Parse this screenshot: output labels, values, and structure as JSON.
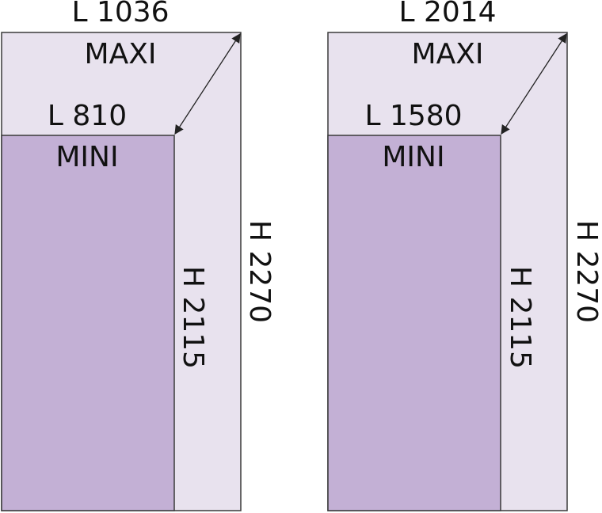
{
  "colors": {
    "maxi_fill": "#e8e2ee",
    "mini_fill": "#c3b0d5",
    "outline": "#3a3a3a",
    "text": "#111111"
  },
  "diagrams": [
    {
      "maxi_width_label": "L 1036",
      "maxi_label": "MAXI",
      "mini_width_label": "L 810",
      "mini_label": "MINI",
      "mini_height_label": "H 2115",
      "maxi_height_label": "H 2270"
    },
    {
      "maxi_width_label": "L 2014",
      "maxi_label": "MAXI",
      "mini_width_label": "L 1580",
      "mini_label": "MINI",
      "mini_height_label": "H 2115",
      "maxi_height_label": "H 2270"
    }
  ]
}
